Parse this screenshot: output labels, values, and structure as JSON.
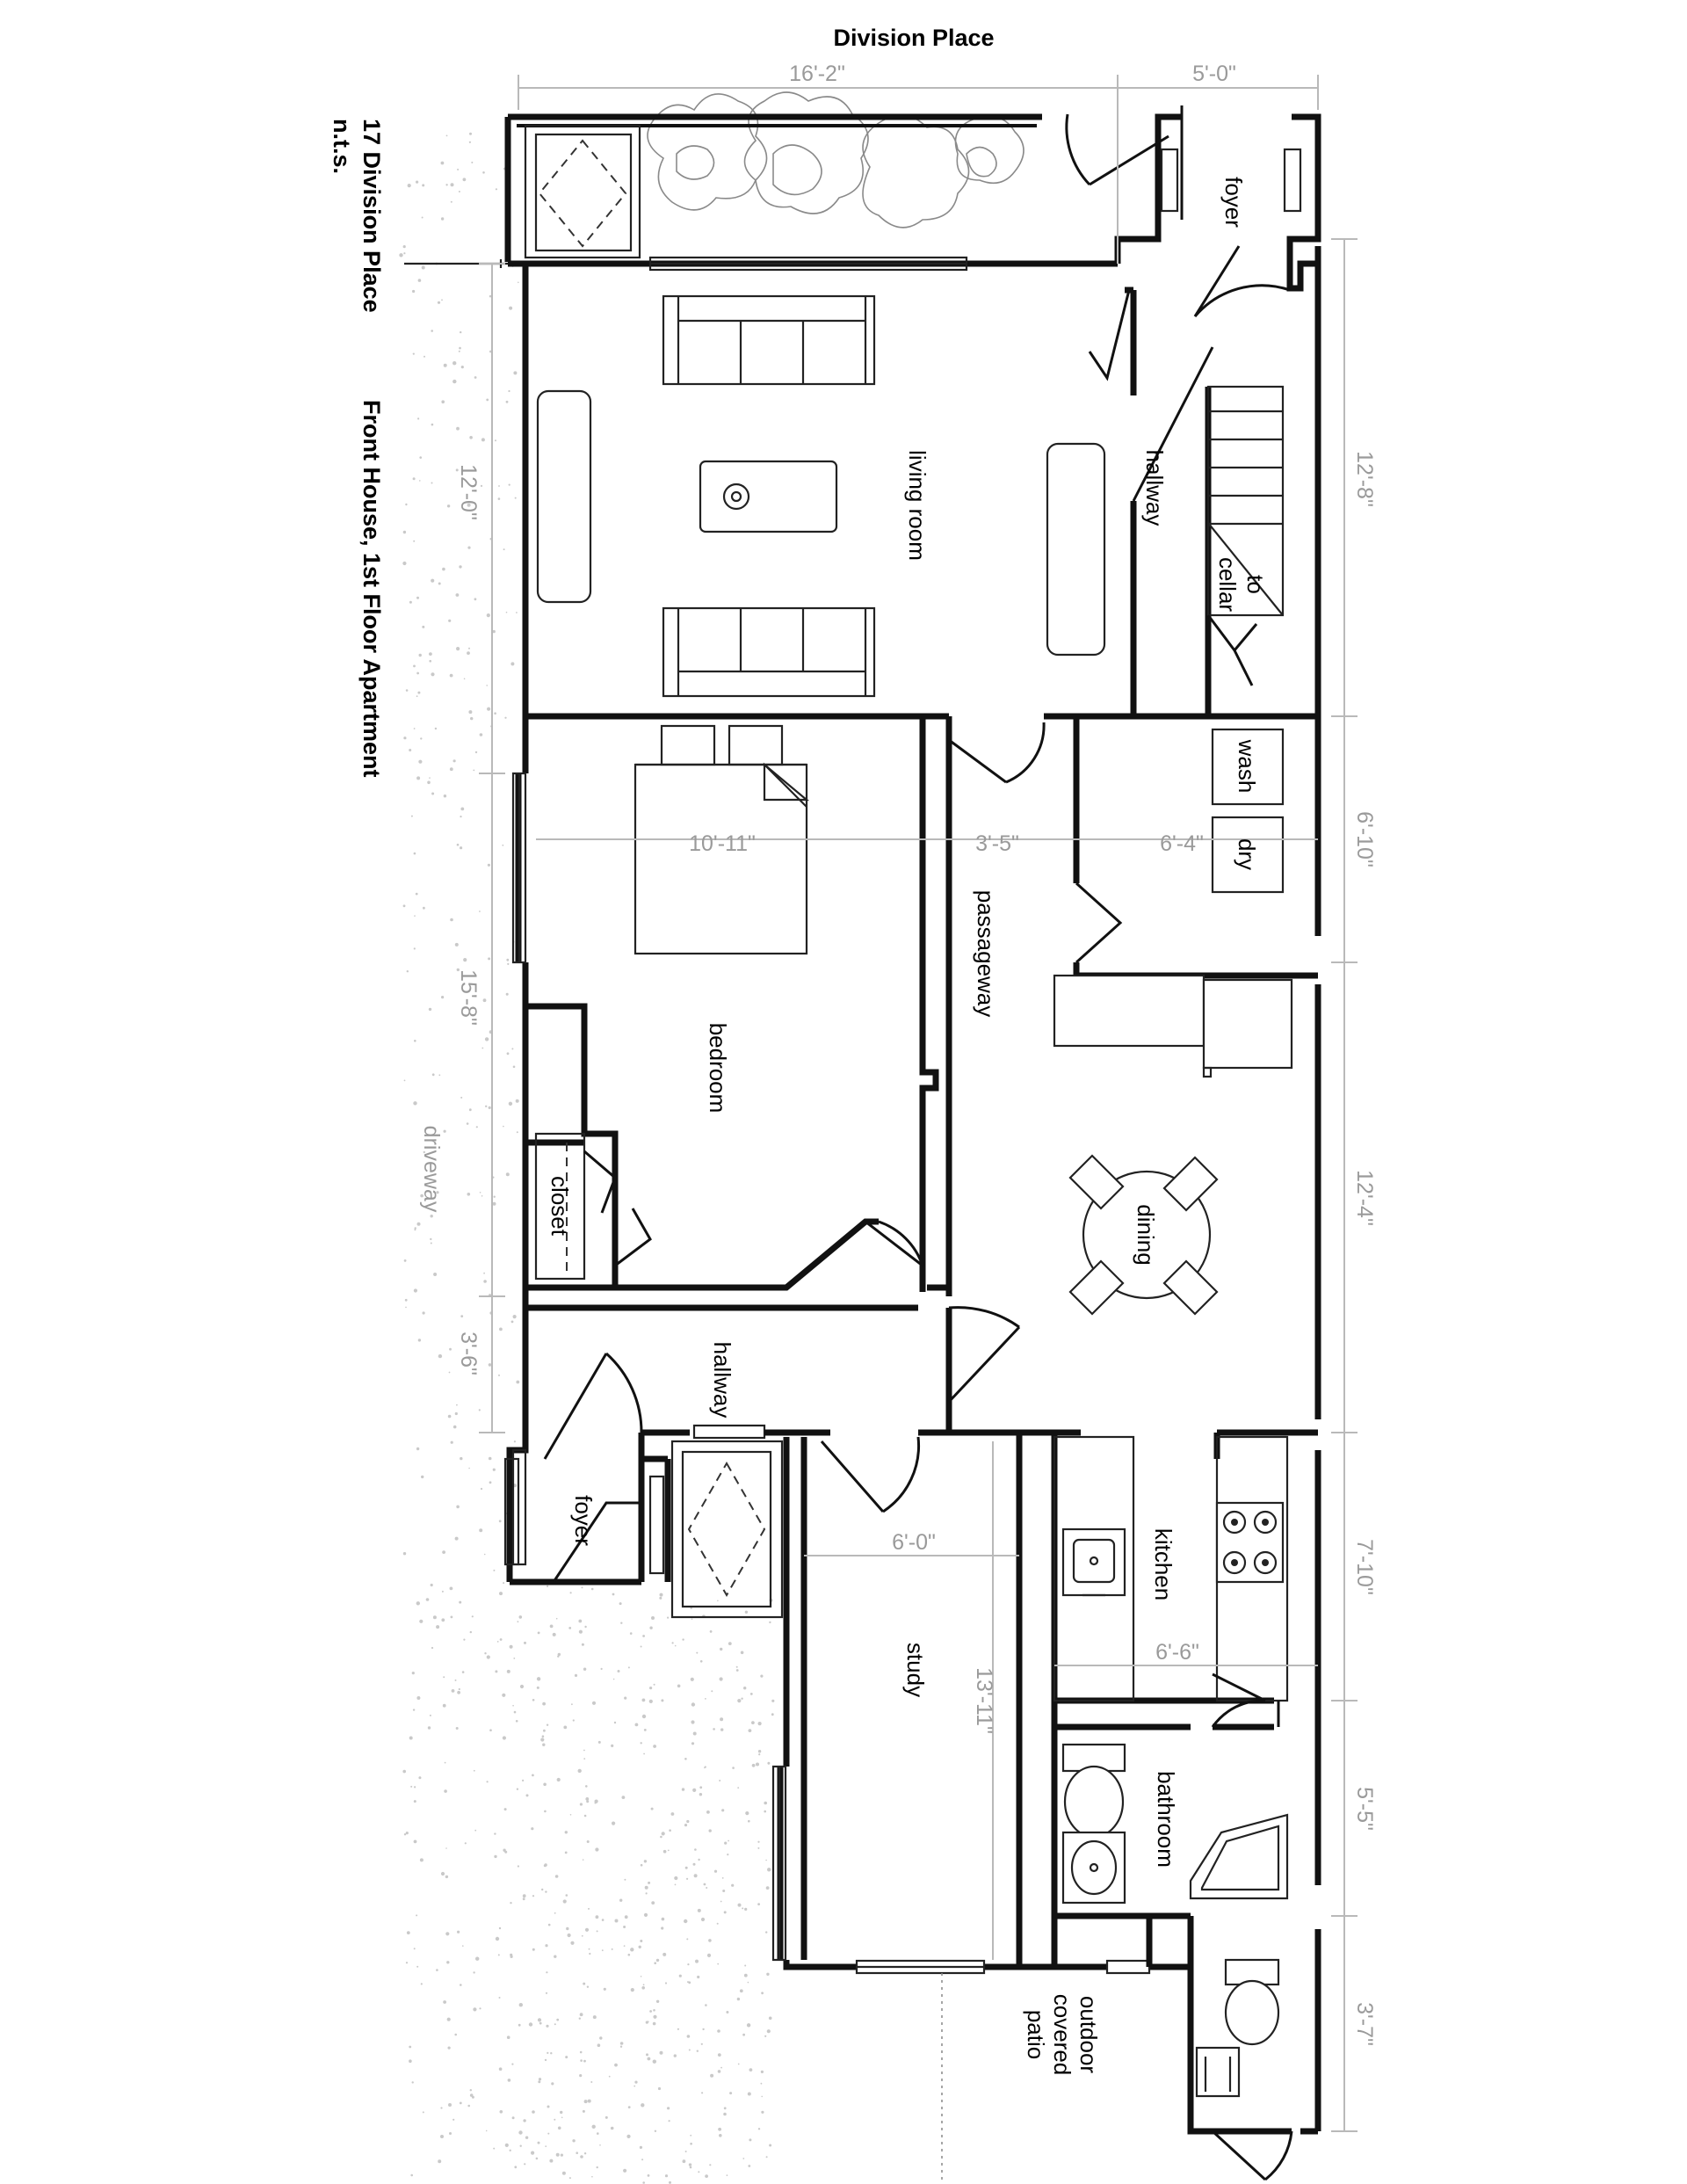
{
  "street_label": "Division Place",
  "title": {
    "line1": "17 Division Place",
    "line2": "n.t.s.",
    "line3": "Front House, 1st Floor Apartment"
  },
  "rooms": {
    "foyer_front": "foyer",
    "living_room": "living room",
    "hallway_front": "hallway",
    "to_cellar_1": "to",
    "to_cellar_2": "cellar",
    "wash": "wash",
    "dry": "dry",
    "passageway": "passageway",
    "bedroom": "bedroom",
    "closet": "closet",
    "dining": "dining",
    "hallway_rear": "hallway",
    "foyer_side": "foyer",
    "kitchen": "kitchen",
    "study": "study",
    "bathroom": "bathroom",
    "patio_1": "outdoor",
    "patio_2": "covered",
    "patio_3": "patio"
  },
  "outside_labels": {
    "driveway": "driveway"
  },
  "dimensions": {
    "top_main": "16'-2\"",
    "top_side": "5'-0\"",
    "right_1": "12'-8\"",
    "right_2": "6'-10\"",
    "right_3": "12'-4\"",
    "right_4": "7'-10\"",
    "right_5": "5'-5\"",
    "right_6": "3'-7\"",
    "left_1": "12'-0\"",
    "left_2": "15'-8\"",
    "left_3": "3'-6\"",
    "inner_bedroom_width": "10'-11\"",
    "inner_passage_width": "3'-5\"",
    "inner_laundry_width": "6'-4\"",
    "inner_study_width": "6'-0\"",
    "inner_study_length": "13'-11\"",
    "inner_kitchen_width": "6'-6\""
  },
  "icons": {
    "sofa_top": "sofa-icon",
    "sofa_bottom": "sofa-icon",
    "coffee_table": "coffee-table-icon",
    "bed": "bed-icon",
    "dining_table": "dining-table-icon",
    "stove": "stove-icon",
    "sink": "sink-icon",
    "toilet": "toilet-icon",
    "plants": "plant-icon",
    "stairs": "stairs-icon"
  }
}
